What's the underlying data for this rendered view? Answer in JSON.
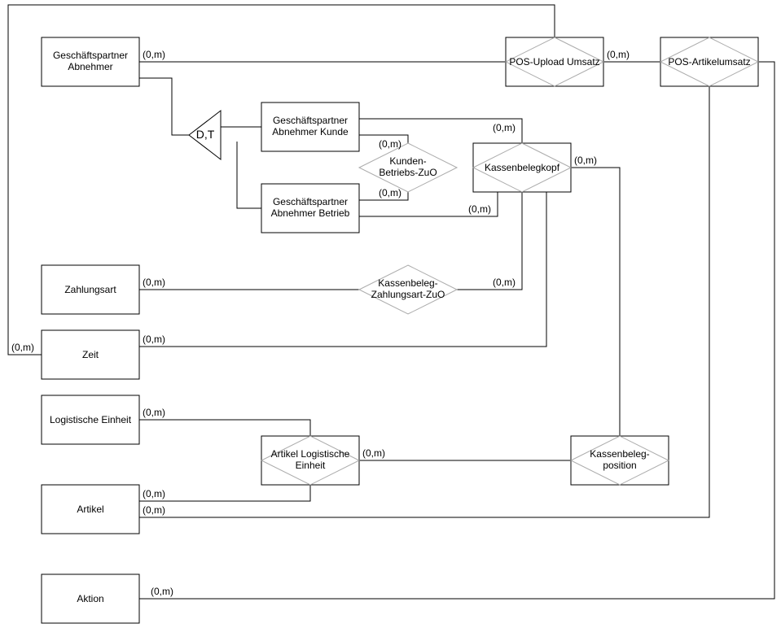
{
  "colors": {
    "line": "#000000",
    "box_border": "#000000",
    "diamond_border": "#aaaaaa",
    "background": "#ffffff"
  },
  "entities": {
    "geschaeftspartner_abnehmer": [
      "Geschäftspartner",
      "Abnehmer"
    ],
    "gp_abnehmer_kunde": [
      "Geschäftspartner",
      "Abnehmer Kunde"
    ],
    "gp_abnehmer_betrieb": [
      "Geschäftspartner",
      "Abnehmer Betrieb"
    ],
    "zahlungsart": [
      "Zahlungsart"
    ],
    "zeit": [
      "Zeit"
    ],
    "logistische_einheit": [
      "Logistische Einheit"
    ],
    "artikel": [
      "Artikel"
    ],
    "aktion": [
      "Aktion"
    ]
  },
  "relationships": {
    "pos_upload_umsatz": [
      "POS-Upload Umsatz"
    ],
    "pos_artikelumsatz": [
      "POS-Artikelumsatz"
    ],
    "kassenbelegkopf": [
      "Kassenbelegkopf"
    ],
    "kassenbeleg_position": [
      "Kassenbeleg-",
      "position"
    ],
    "artikel_logistische_einheit": [
      "Artikel Logistische",
      "Einheit"
    ],
    "kunden_betriebs_zuo": [
      "Kunden-",
      "Betriebs-ZuO"
    ],
    "kassenbeleg_zahlungsart_zuo": [
      "Kassenbeleg-",
      "Zahlungsart-ZuO"
    ]
  },
  "generalization": {
    "label": "D,T"
  },
  "cardinality": "(0,m)"
}
